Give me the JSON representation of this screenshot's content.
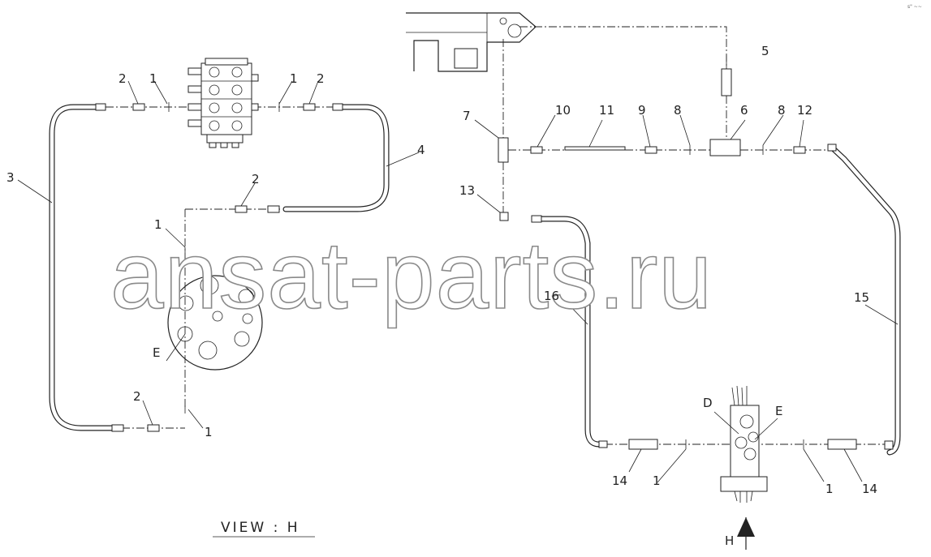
{
  "diagram": {
    "view_label": "VIEW : H",
    "watermark": "ansat-parts.ru",
    "corner_mark": "s\" ~~",
    "arrow_label": "H",
    "part_labels": {
      "p2_left": "2",
      "p1_left": "1",
      "p1_right": "1",
      "p2_right": "2",
      "p3": "3",
      "p4": "4",
      "p2_mid": "2",
      "p1_mid": "1",
      "e_left": "E",
      "p2_bottom": "2",
      "p1_bottom": "1",
      "p5": "5",
      "p7": "7",
      "p10": "10",
      "p11": "11",
      "p9": "9",
      "p8_left": "8",
      "p6": "6",
      "p8_right": "8",
      "p12": "12",
      "p13": "13",
      "p16": "16",
      "p15": "15",
      "d_valve": "D",
      "e_valve": "E",
      "p14_left": "14",
      "p1_valve_left": "1",
      "p1_valve_right": "1",
      "p14_right": "14"
    }
  }
}
